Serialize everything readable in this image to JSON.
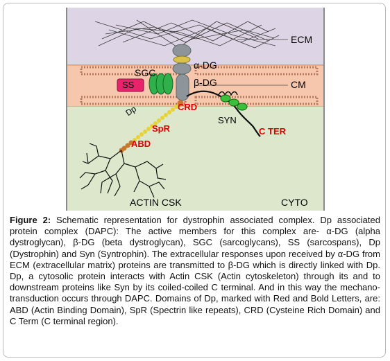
{
  "diagram": {
    "labels": {
      "ecm": "ECM",
      "cm": "CM",
      "alpha_dg": "α-DG",
      "beta_dg": "β-DG",
      "sgc": "SGC",
      "ss": "SS",
      "crd": "CRD",
      "dp": "Dp",
      "spr": "SpR",
      "abd": "ABD",
      "syn": "SYN",
      "c_ter": "C TER",
      "actin_csk": "ACTIN CSK",
      "cyto": "CYTO"
    },
    "colors": {
      "ecm": "#ddd5e6",
      "cm": "#f7c7ad",
      "cyto": "#dde7cc",
      "domain_label": "#e00000",
      "sgc": "#2fb04a",
      "ss": "#e8236b",
      "spectrin_yellow": "#e7d236",
      "abd_orange": "#c8782c"
    }
  },
  "caption": {
    "label": "Figure 2:",
    "text": "Schematic representation for dystrophin associated complex. Dp associated protein complex (DAPC): The active members for this complex are- α-DG (alpha dystroglycan), β-DG (beta dystroglycan), SGC (sarcoglycans), SS (sarcospans), Dp (Dystrophin) and Syn (Syntrophin). The extracellular responses upon received by α-DG from ECM (extracellular matrix) proteins are transmitted to β-DG which is directly linked with Dp. Dp, a cytosolic protein interacts with Actin CSK (Actin cytoskeleton) through its and to downstream proteins like Syn by its coiled-coiled C terminal. And in this way the mechano-transduction occurs through DAPC. Domains of Dp, marked with Red and Bold Letters, are: ABD (Actin Binding Domain), SpR (Spectrin like repeats), CRD (Cysteine Rich Domain) and C Term (C terminal region)."
  }
}
